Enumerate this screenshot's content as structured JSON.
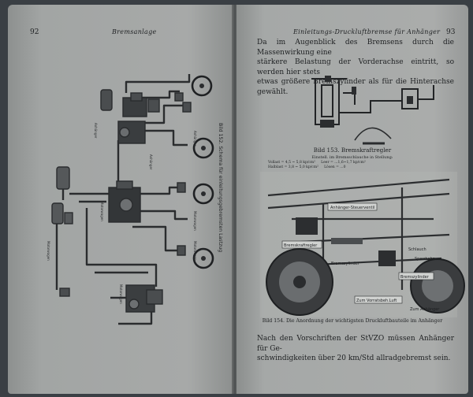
{
  "left_page": {
    "page_number": "92",
    "running_head": "Bremsanlage",
    "figure_caption": "Bild 152. Schema für einleitungsgebremsten Lastzug",
    "labels": [
      "Anhänger",
      "Anhänger",
      "Anhänger",
      "Motorwagen",
      "Motorwagen",
      "Motorwagen",
      "Motorwagen",
      "Motorwagen"
    ]
  },
  "right_page": {
    "page_number": "93",
    "running_head": "Einleitungs-Druckluftbremse für Anhänger",
    "paragraph_1": [
      "Da im Augenblick des Bremsens durch die Massenwirkung eine",
      "stärkere Belastung der Vorderachse eintritt, so werden hier stets",
      "etwas größere Bremszylinder als für die Hinterachse gewählt."
    ],
    "figure_153_caption": "Bild 153. Bremskraftregler",
    "figure_153_sub": "Einstell. im Bremsschlauche in Stellung:",
    "figure_153_table": [
      [
        "Vollast",
        "= 4,5 ~ 5,8 kp/cm²",
        "Leer",
        "= ...1,6~1,7 kp/cm²"
      ],
      [
        "Halblast",
        "= 3,8 ~ 5,0 kp/cm²",
        "Lösen",
        "= ...0"
      ]
    ],
    "figure_154_labels": [
      "Anhänger-Steuerventil",
      "Bremskraftregler",
      "Bremszylinder",
      "Bremszylinder",
      "Schlauch",
      "Sperrhahn",
      "Zum Vorratsbeh.Luft",
      "Zum Anhänger"
    ],
    "figure_154_caption": "Bild 154. Die Anordnung der wichtigsten Druckluftbauteile im Anhänger",
    "paragraph_2": [
      "Nach den Vorschriften der StVZO müssen Anhänger für Ge-",
      "schwindigkeiten über 20 km/Std allradgebremst sein."
    ]
  }
}
